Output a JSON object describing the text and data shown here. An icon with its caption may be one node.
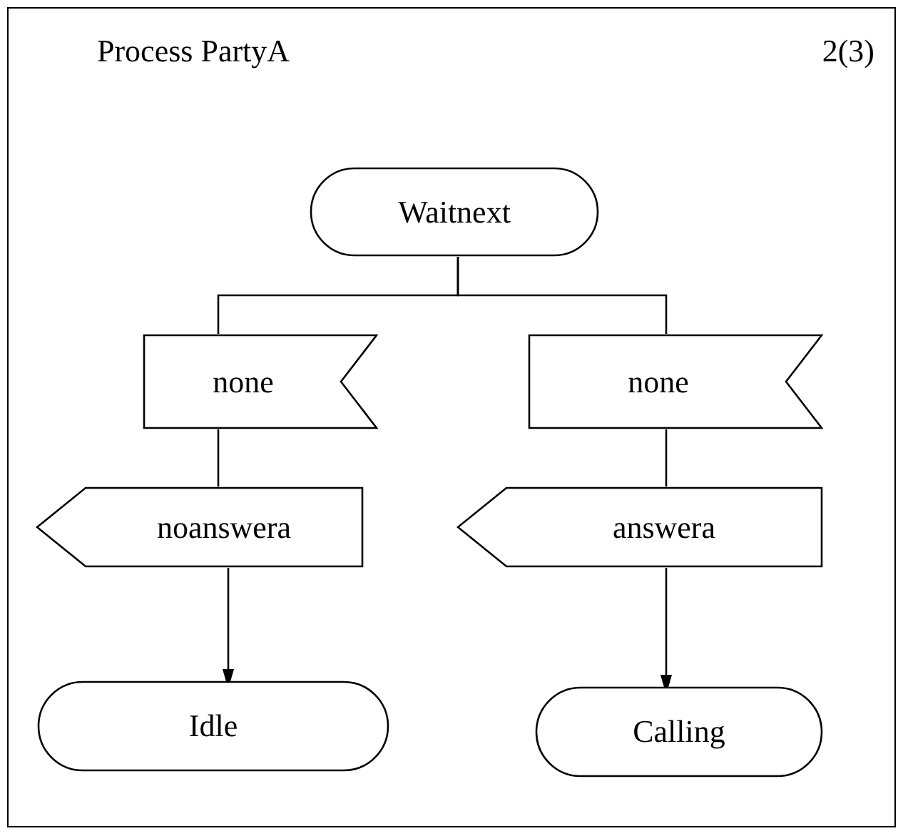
{
  "diagram": {
    "title": "Process PartyA",
    "nodes": [
      {
        "text": [
          "Waitnext"
        ]
      },
      {
        "text": [
          "none"
        ]
      },
      {
        "text": [
          "none"
        ]
      },
      {
        "text": [
          "noanswera"
        ]
      },
      {
        "text": [
          "answera"
        ]
      },
      {
        "text": [
          "Idle"
        ]
      },
      {
        "text": [
          "Calling"
        ]
      }
    ],
    "edges": [
      {
        "from": 0,
        "to": 1,
        "arrow": "none"
      },
      {
        "from": 0,
        "to": 2,
        "arrow": "none"
      },
      {
        "from": 1,
        "to": 3,
        "arrow": "none"
      },
      {
        "from": 2,
        "to": 4,
        "arrow": "none"
      },
      {
        "from": 3,
        "to": 5,
        "arrow": "to"
      },
      {
        "from": 4,
        "to": 6,
        "arrow": "to"
      }
    ],
    "labels": [
      "2(3)"
    ]
  }
}
